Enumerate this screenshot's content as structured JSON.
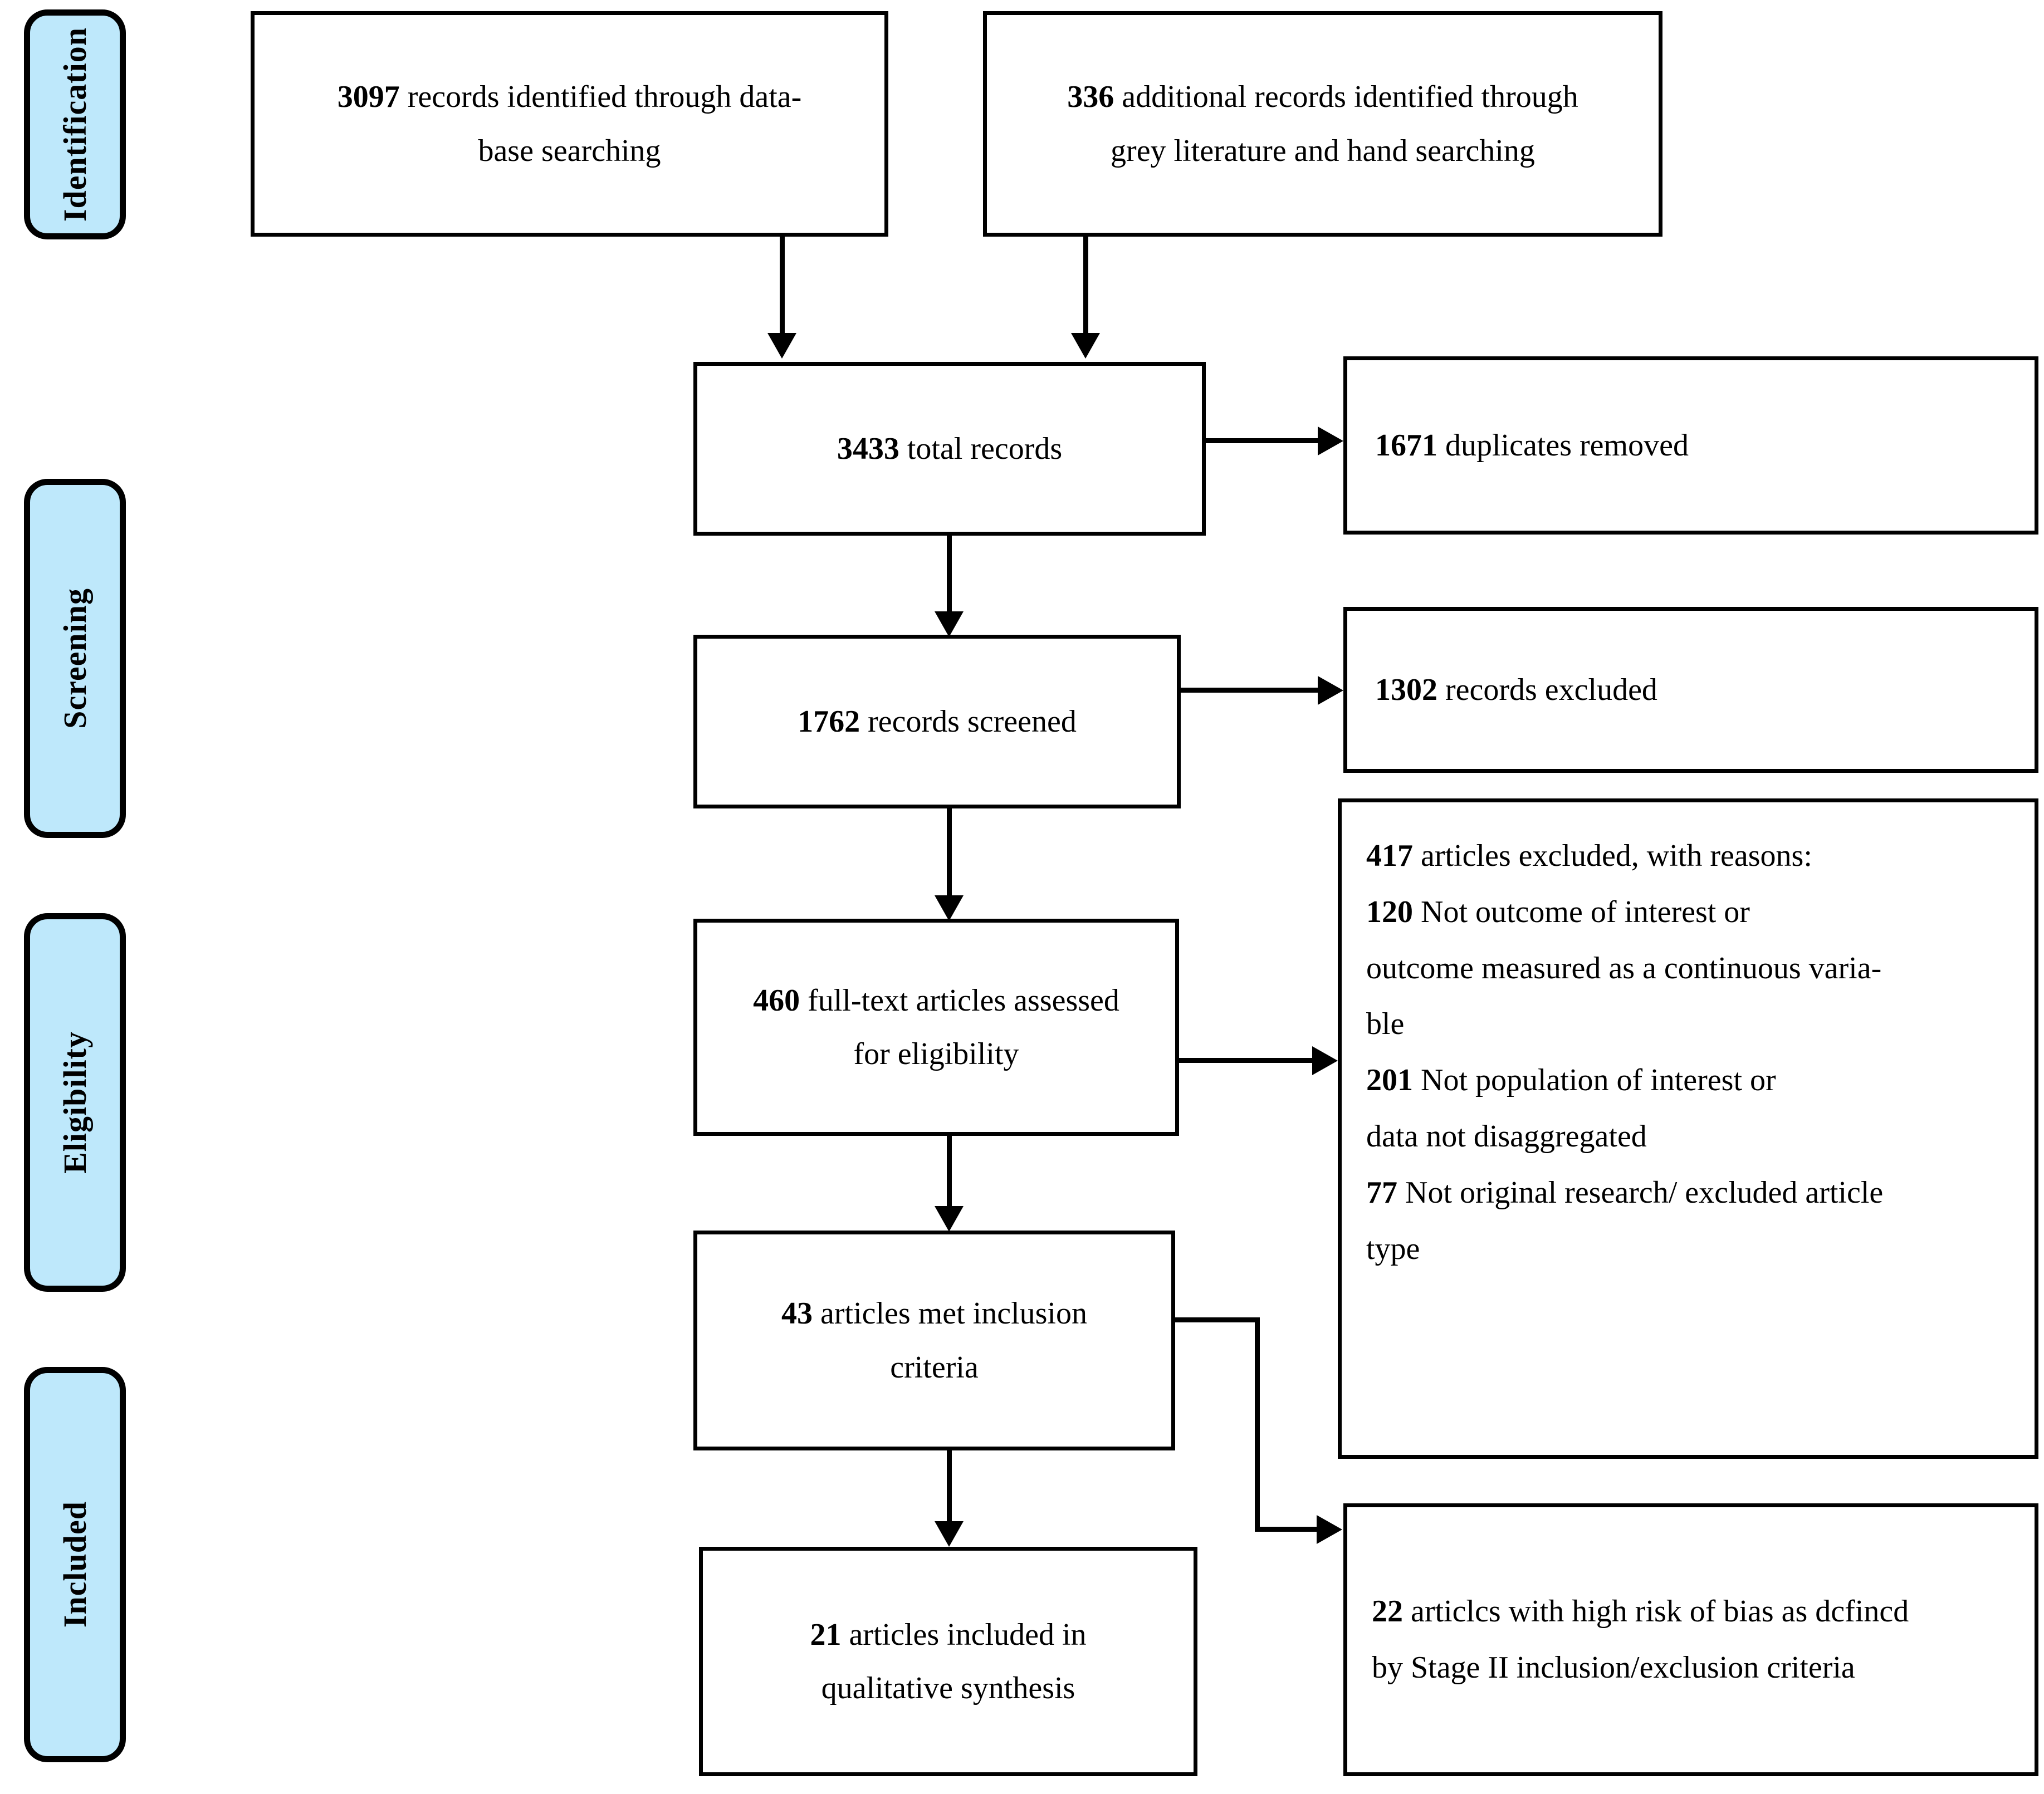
{
  "diagram": {
    "type": "prisma-flow-diagram",
    "stages": [
      {
        "id": "identification",
        "label": "Identification"
      },
      {
        "id": "screening",
        "label": "Screening"
      },
      {
        "id": "eligibility",
        "label": "Eligibility"
      },
      {
        "id": "included",
        "label": "Included"
      }
    ],
    "boxes": {
      "database_search": {
        "count": "3097",
        "text": " records identified through data-",
        "line2": "base searching"
      },
      "grey_literature": {
        "count": "336",
        "text": " additional records identified through",
        "line2": "grey literature and hand searching"
      },
      "total_records": {
        "count": "3433",
        "text": " total records"
      },
      "duplicates_removed": {
        "count": "1671",
        "text": " duplicates removed"
      },
      "records_screened": {
        "count": "1762",
        "text": " records screened"
      },
      "records_excluded": {
        "count": "1302",
        "text": " records excluded"
      },
      "full_text_assessed": {
        "count": "460",
        "text": " full-text articles assessed",
        "line2": "for eligibility"
      },
      "articles_excluded": {
        "header_count": "417",
        "header_text": " articles excluded, with reasons:",
        "reasons": [
          {
            "count": "120",
            "text": " Not outcome of interest or"
          },
          {
            "count": "",
            "text": "outcome measured as a continuous varia-"
          },
          {
            "count": "",
            "text": "ble"
          },
          {
            "count": "201",
            "text": " Not population of interest or"
          },
          {
            "count": "",
            "text": "data not disaggregated"
          },
          {
            "count": "77",
            "text": " Not original research/ excluded article"
          },
          {
            "count": "",
            "text": "type"
          }
        ]
      },
      "met_inclusion": {
        "count": "43",
        "text": " articles met inclusion",
        "line2": "criteria"
      },
      "high_risk_bias": {
        "count": "22",
        "text": " articlcs with high risk of bias as dcfincd",
        "line2": "by Stage II inclusion/exclusion criteria"
      },
      "qualitative_synthesis": {
        "count": "21",
        "text": " articles included in",
        "line2": "qualitative synthesis"
      }
    },
    "colors": {
      "stage_fill": "#bee8fb",
      "stroke": "#000000",
      "box_fill": "#ffffff"
    }
  }
}
